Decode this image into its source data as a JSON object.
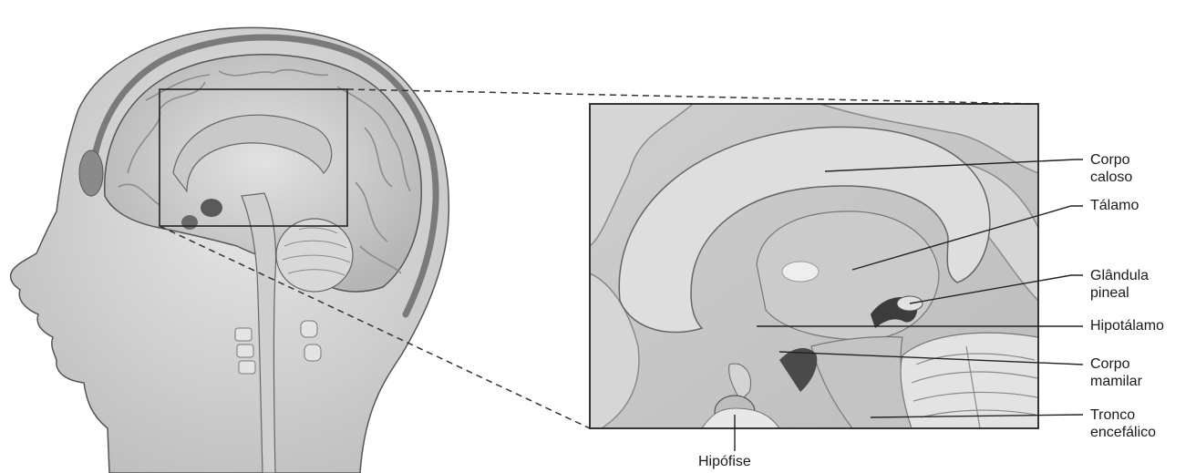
{
  "labels": {
    "corpo_caloso": [
      "Corpo",
      "caloso"
    ],
    "talamo": [
      "Tálamo"
    ],
    "glandula_pineal": [
      "Glândula",
      "pineal"
    ],
    "hipotalamo": [
      "Hipotálamo"
    ],
    "corpo_mamilar": [
      "Corpo",
      "mamilar"
    ],
    "tronco_encefalico": [
      "Tronco",
      "encefálico"
    ],
    "hipofise": [
      "Hipófise"
    ]
  },
  "colors": {
    "skin": "#dcdcdc",
    "skin_shadow": "#b9b9b9",
    "bone": "#ececec",
    "brain": "#d2d2d2",
    "outline": "#333333",
    "leader": "#222222"
  }
}
